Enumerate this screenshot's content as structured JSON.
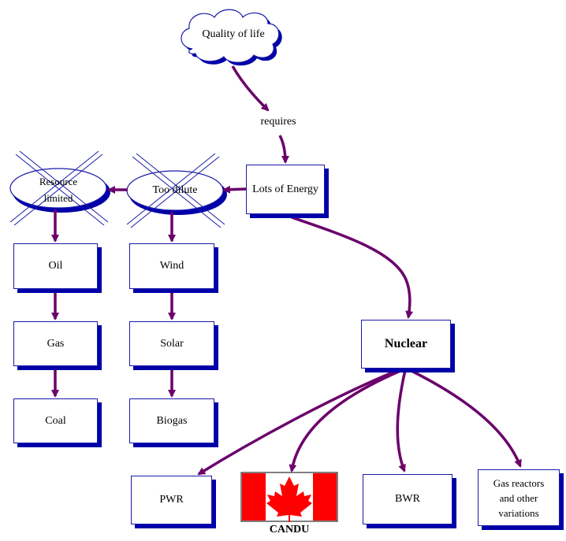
{
  "cloud": {
    "label": "Quality of life"
  },
  "edge_label": {
    "requires": "requires"
  },
  "constraints": {
    "too_dilute": "Too dilute",
    "resource_limited_line1": "Resource",
    "resource_limited_line2": "limited"
  },
  "nodes": {
    "energy": "Lots of Energy",
    "oil": "Oil",
    "gas": "Gas",
    "coal": "Coal",
    "wind": "Wind",
    "solar": "Solar",
    "biogas": "Biogas",
    "nuclear": "Nuclear",
    "pwr": "PWR",
    "bwr": "BWR",
    "gas_reactors": "Gas reactors\nand other\nvariations"
  },
  "candu": {
    "label": "CANDU"
  },
  "colors": {
    "arrow": "#6b006b",
    "box_border": "#1a1aa8",
    "box_shadow": "#0000a8",
    "flag_red": "#ff0000"
  }
}
